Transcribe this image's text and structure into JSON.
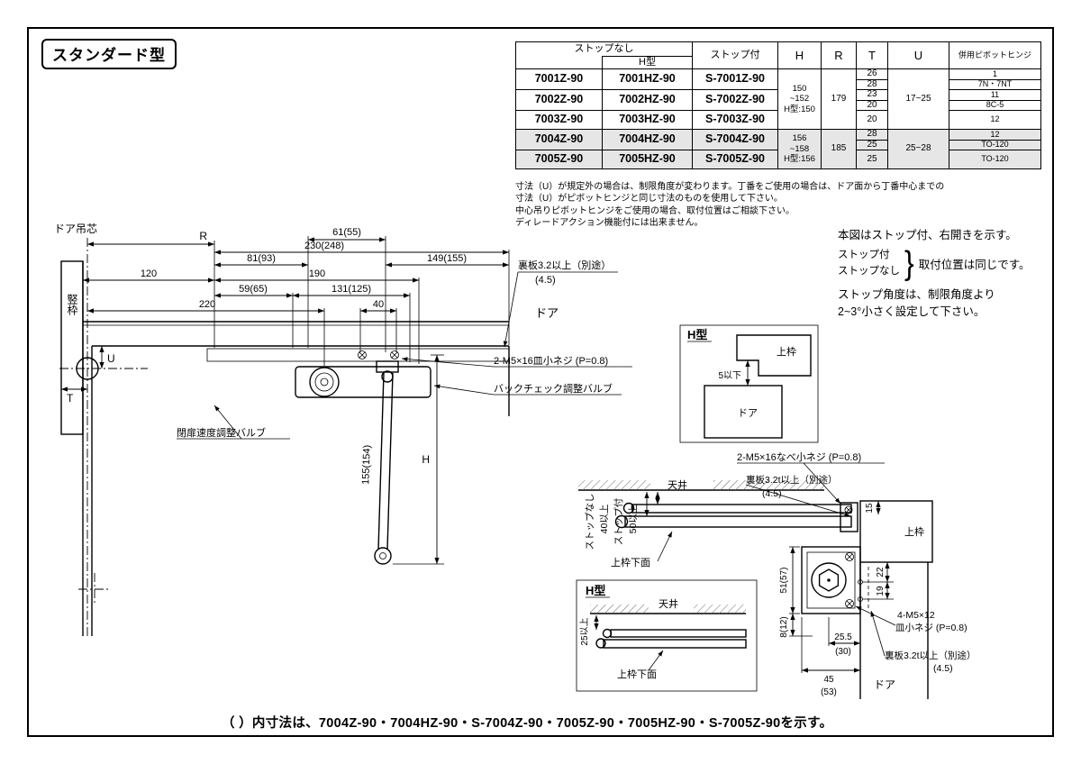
{
  "sheet": {
    "title": "スタンダード型"
  },
  "table": {
    "header": {
      "stop_none": "ストップなし",
      "h_type": "H型",
      "stop_with": "ストップ付",
      "h": "H",
      "r": "R",
      "t": "T",
      "u": "U",
      "pivot": "併用ピボットヒンジ"
    },
    "models": {
      "m1": {
        "plain": "7001Z-90",
        "htype": "7001HZ-90",
        "stop": "S-7001Z-90"
      },
      "m2": {
        "plain": "7002Z-90",
        "htype": "7002HZ-90",
        "stop": "S-7002Z-90"
      },
      "m3": {
        "plain": "7003Z-90",
        "htype": "7003HZ-90",
        "stop": "S-7003Z-90"
      },
      "m4": {
        "plain": "7004Z-90",
        "htype": "7004HZ-90",
        "stop": "S-7004Z-90"
      },
      "m5": {
        "plain": "7005Z-90",
        "htype": "7005HZ-90",
        "stop": "S-7005Z-90"
      }
    },
    "h1": "150\n~152\nH型:150",
    "h2": "156\n~158\nH型:156",
    "r1": "179",
    "r2": "185",
    "u1": "17~25",
    "u2": "25~28",
    "t": [
      "26",
      "28",
      "23",
      "20",
      "20",
      "28",
      "25",
      "25"
    ],
    "pivot": [
      "1",
      "7N・7NT",
      "11",
      "8C-5",
      "12",
      "12",
      "TO-120",
      "TO-120"
    ]
  },
  "table_notes": [
    "寸法（U）が規定外の場合は、制限角度が変わります。丁番をご使用の場合は、ドア面から丁番中心までの",
    "寸法（U）がピボットヒンジと同じ寸法のものを使用して下さい。",
    "中心吊りピボットヒンジをご使用の場合、取付位置はご相談下さい。",
    "ディレードアクション機能付には出来ません。"
  ],
  "notes_right": {
    "line1": "本図はストップ付、右開きを示す。",
    "stop_with": "ストップ付",
    "stop_none": "ストップなし",
    "brace": "}",
    "same": "取付位置は同じです。",
    "angle1": "ストップ角度は、制限角度より",
    "angle2": "2~3°小さく設定して下さい。"
  },
  "main_view": {
    "door_center": "ドア吊芯",
    "frame": "竪枠",
    "door": "ドア",
    "dims": {
      "r": "R",
      "d61": "61(55)",
      "d230": "230(248)",
      "d81": "81(93)",
      "d149": "149(155)",
      "d120": "120",
      "d190": "190",
      "d59": "59(65)",
      "d131": "131(125)",
      "d220": "220",
      "d40": "40",
      "u": "U",
      "t": "T",
      "d155": "155(154)",
      "h": "H"
    },
    "backplate": "裏板3.2以上（別途）",
    "backplate2": "(4.5)",
    "screw": "2-M5×16皿小ネジ (P=0.8)",
    "valve_backcheck": "バックチェック調整バルブ",
    "valve_speed": "閉扉速度調整バルブ"
  },
  "htype_top": {
    "title": "H型",
    "frame": "上枠",
    "gap": "5以下",
    "door": "ドア"
  },
  "side_view": {
    "ceiling": "天井",
    "screw_pan": "2-M5×16なべ小ネジ (P=0.8)",
    "backplate": "裏板3.2t以上（別途）",
    "backplate2": "(4.5)",
    "stop_none": "ストップなし",
    "dim40": "40以上",
    "stop_with": "ストップ付",
    "dim50": "50以上",
    "soffit": "上枠下面",
    "dim15": "15",
    "frame": "上枠",
    "dim22": "22",
    "dim19": "19",
    "dim51": "51(57)",
    "dim8": "8(12)",
    "dim255": "25.5",
    "dim30": "(30)",
    "dim45": "45",
    "dim53": "(53)",
    "screw4": "4-M5×12",
    "screw4b": "皿小ネジ (P=0.8)",
    "backplate3": "裏板3.2t以上（別途）",
    "backplate4": "(4.5)",
    "door": "ドア"
  },
  "htype_bottom": {
    "title": "H型",
    "ceiling": "天井",
    "dim25": "25以上",
    "soffit": "上枠下面"
  },
  "bottom_note": "（ ）内寸法は、7004Z-90・7004HZ-90・S-7004Z-90・7005Z-90・7005HZ-90・S-7005Z-90を示す。"
}
